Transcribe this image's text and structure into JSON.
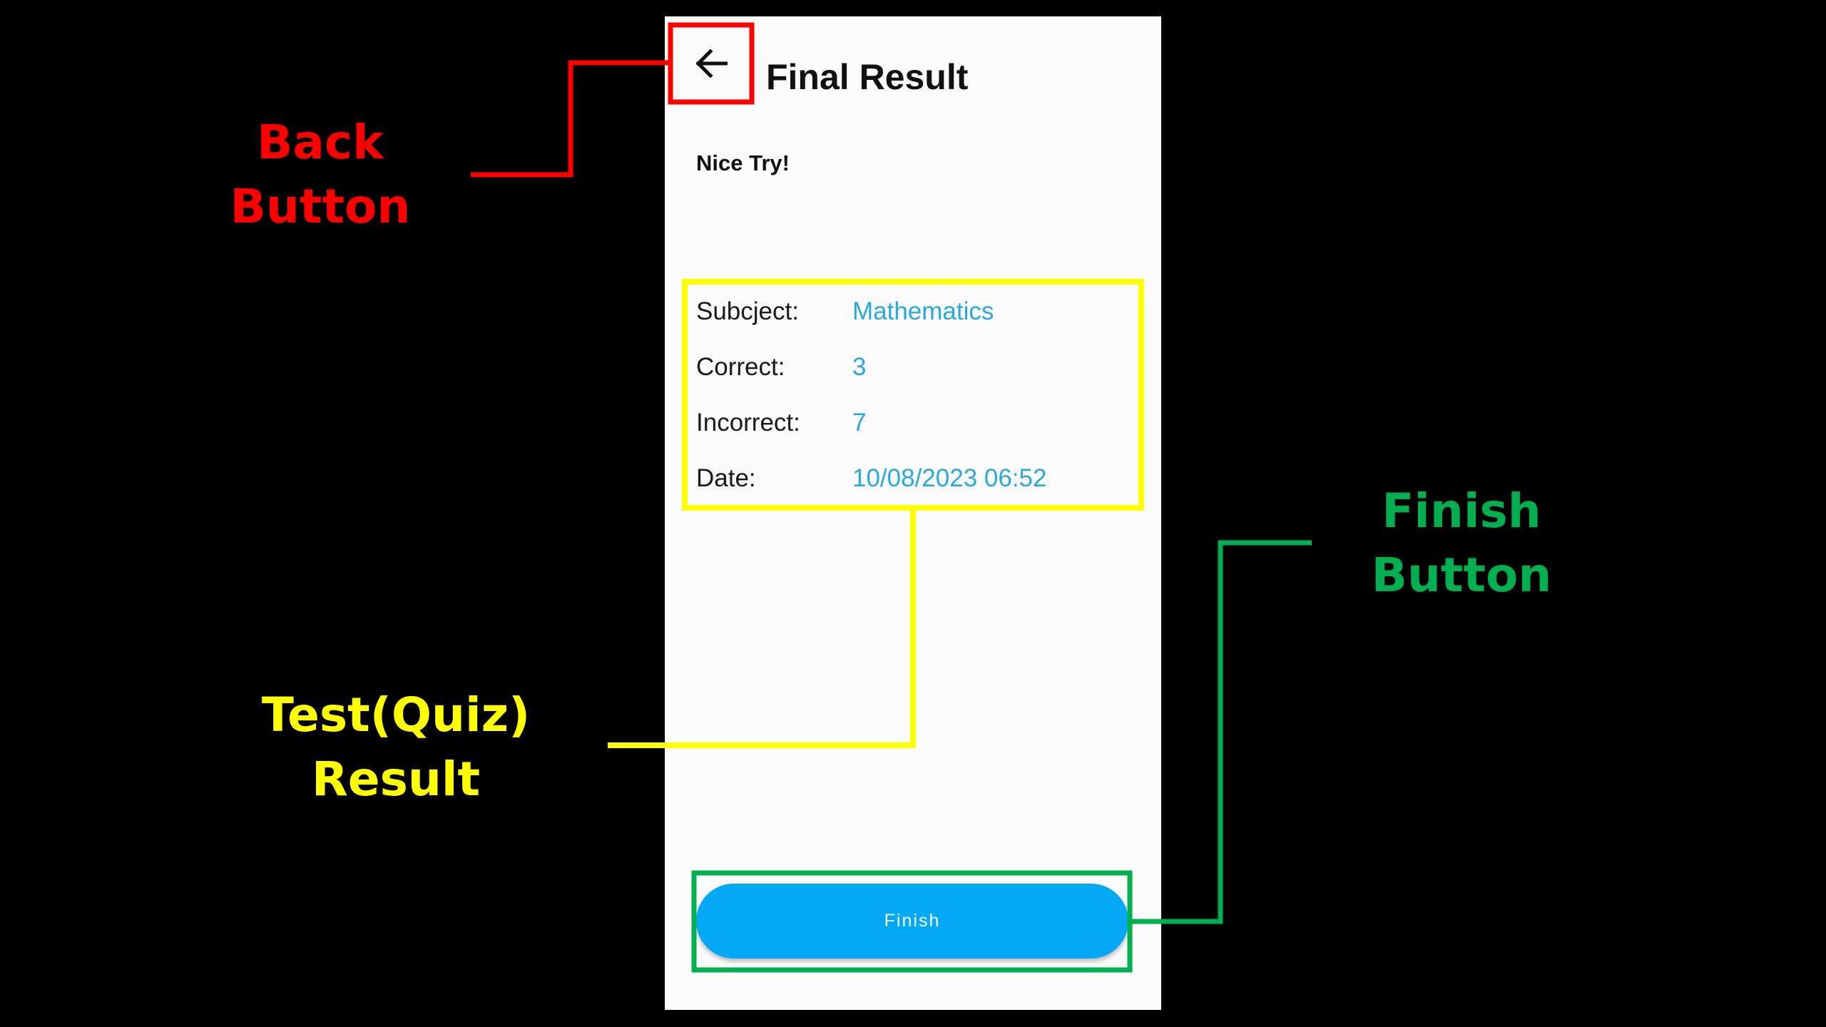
{
  "screen": {
    "title": "Final Result",
    "message": "Nice Try!",
    "results": [
      {
        "label": "Subcject:",
        "value": "Mathematics"
      },
      {
        "label": "Correct:",
        "value": "3"
      },
      {
        "label": "Incorrect:",
        "value": "7"
      },
      {
        "label": "Date:",
        "value": "10/08/2023 06:52"
      }
    ],
    "finish_label": "Finish",
    "back_icon": "arrow-left-icon"
  },
  "annotations": {
    "back": {
      "line1": "Back",
      "line2": "Button",
      "color": "#FF0000"
    },
    "result": {
      "line1": "Test(Quiz)",
      "line2": "Result",
      "color": "#FFFF00"
    },
    "finish": {
      "line1": "Finish",
      "line2": "Button",
      "color": "#00B050"
    }
  },
  "colors": {
    "accent": "#03A9F4",
    "value_text": "#29A8DB"
  }
}
